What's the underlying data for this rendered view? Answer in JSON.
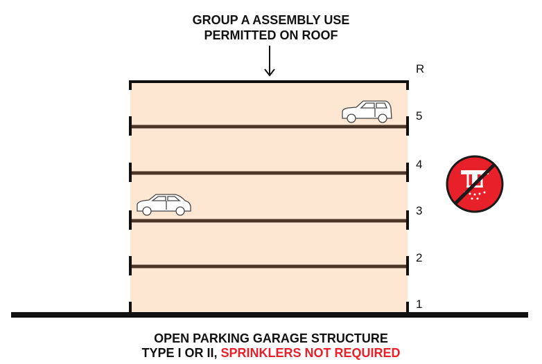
{
  "header": {
    "line1": "GROUP A ASSEMBLY USE",
    "line2": "PERMITTED ON ROOF"
  },
  "levels": [
    "R",
    "5",
    "4",
    "3",
    "2",
    "1"
  ],
  "footer": {
    "line1": "OPEN PARKING GARAGE STRUCTURE",
    "line2_prefix": "TYPE I OR II,",
    "line2_highlight": "SPRINKLERS NOT REQUIRED"
  },
  "colors": {
    "building_fill": "#fde6d2",
    "slab": "#4a3526",
    "ground": "#111111",
    "highlight": "#e8202a",
    "no_sprinkler_badge": "#e8202a"
  },
  "icons": {
    "car": "car-icon",
    "no_sprinkler": "no-sprinkler-icon",
    "arrow": "arrow-down-icon"
  }
}
